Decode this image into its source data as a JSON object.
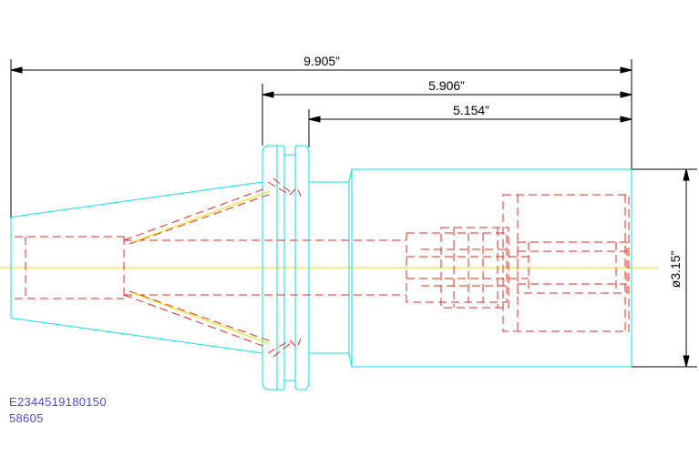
{
  "drawing": {
    "dimensions": {
      "overall_length": "9.905”",
      "flange_to_end": "5.906”",
      "gauge_to_end": "5.154”",
      "body_diameter": "ø3.15”"
    },
    "part_code": "E2344519180150",
    "part_number": "58605"
  },
  "colors": {
    "outline": "#00e5ee",
    "hidden": "#e8281e",
    "centerline": "#e6e600",
    "dimension": "#000000",
    "label": "#4a4adf"
  }
}
